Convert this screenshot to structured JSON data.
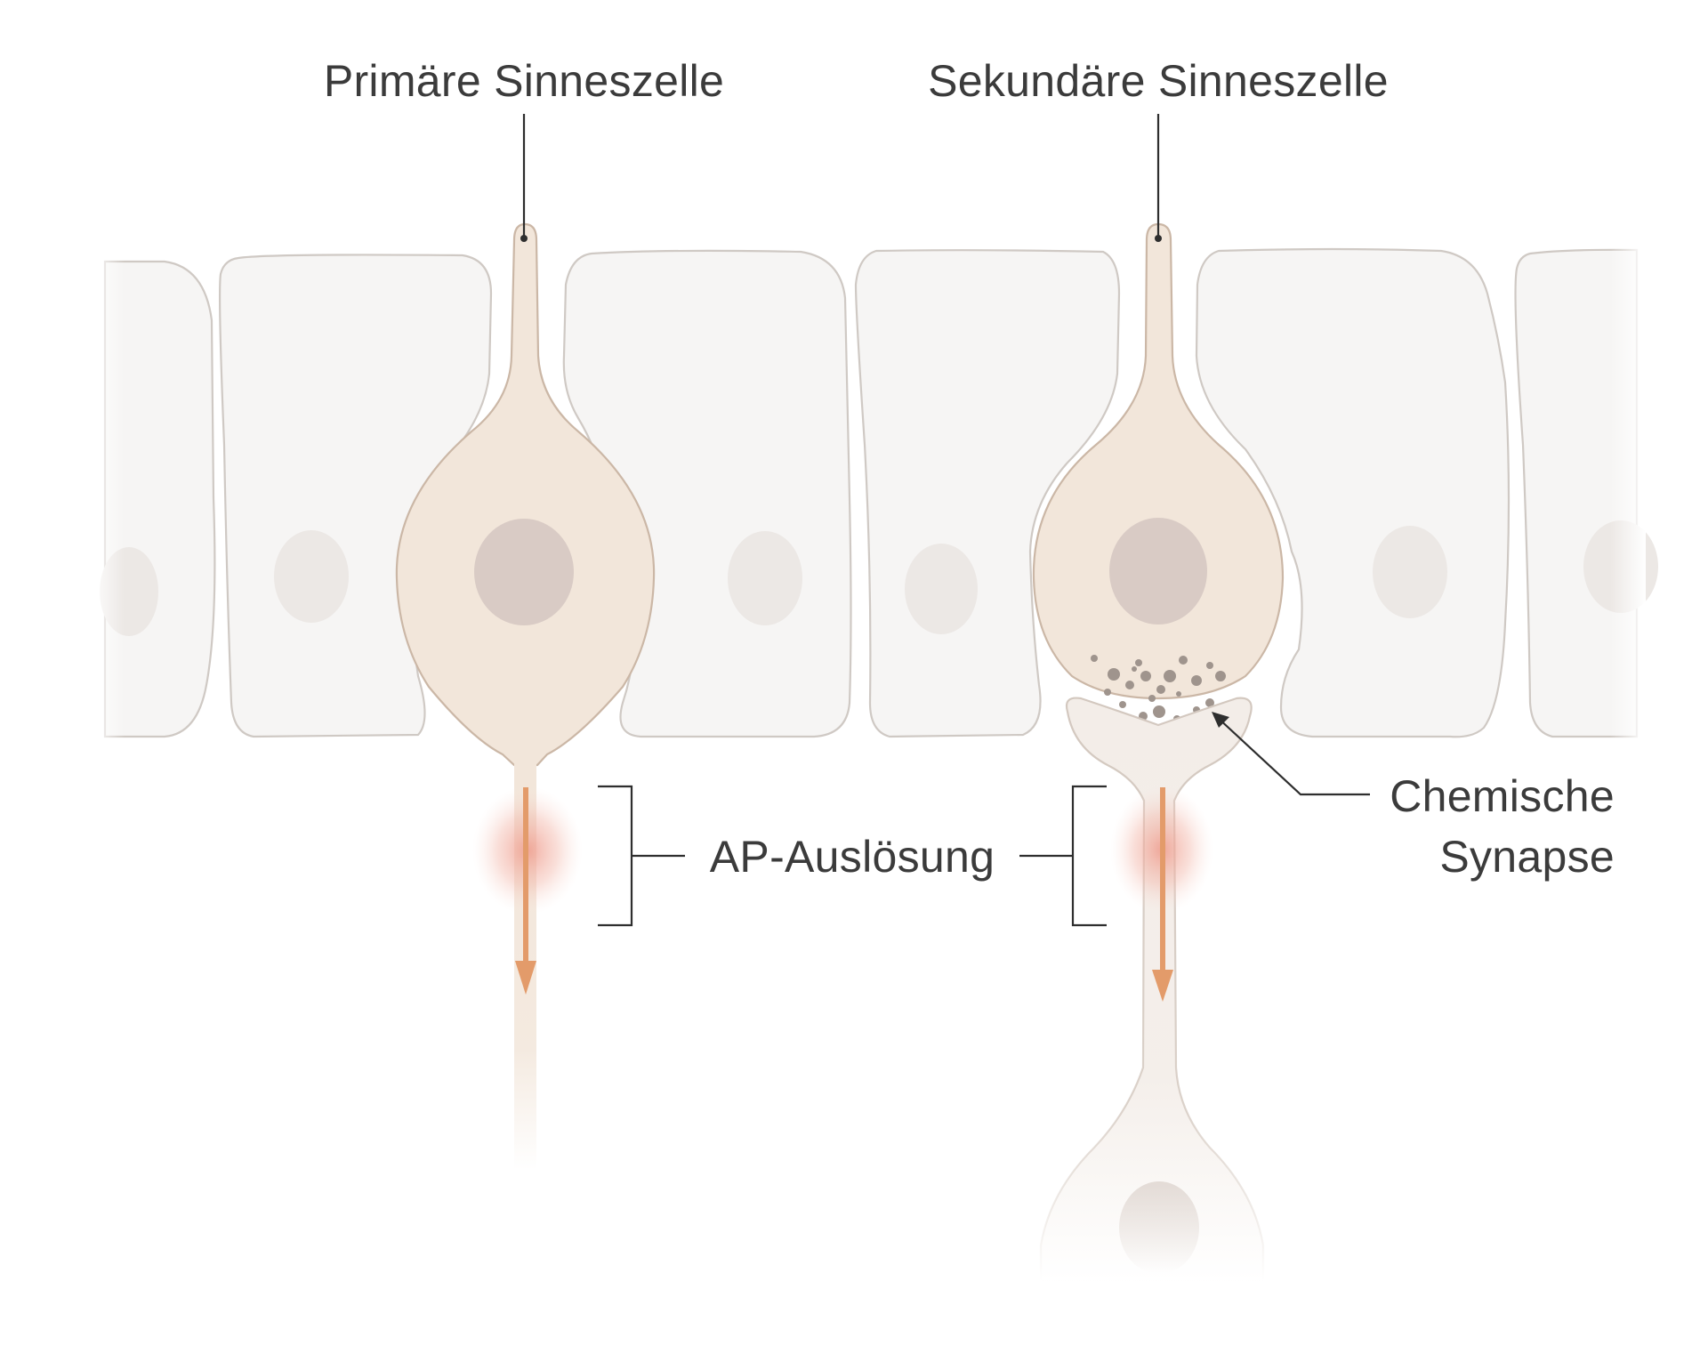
{
  "labels": {
    "primary_cell": "Primäre Sinneszelle",
    "secondary_cell": "Sekundäre Sinneszelle",
    "ap_trigger": "AP-Auslösung",
    "chemical_synapse_line1": "Chemische",
    "chemical_synapse_line2": "Synapse"
  },
  "colors": {
    "sensory_cell_fill": "#f2e6da",
    "epithelial_cell_fill": "#f6f5f4",
    "nucleus": "#d9cbc5",
    "ap_glow": "#f0a89a",
    "signal_arrow": "#e39b6a"
  }
}
